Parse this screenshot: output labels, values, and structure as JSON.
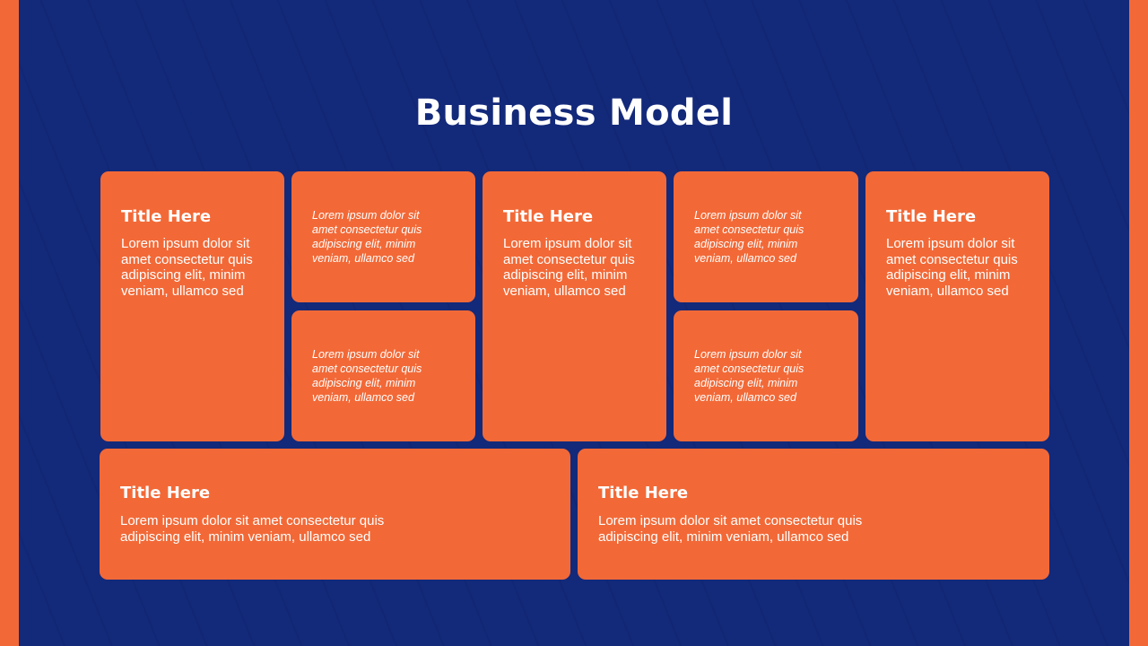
{
  "slide": {
    "title": "Business Model"
  },
  "tall_cards": [
    {
      "title": "Title Here",
      "text": "Lorem ipsum dolor sit amet consectetur quis adipiscing elit, minim veniam, ullamco sed"
    },
    {
      "title": "Title Here",
      "text": "Lorem ipsum dolor sit amet consectetur quis adipiscing elit, minim veniam, ullamco sed"
    },
    {
      "title": "Title Here",
      "text": "Lorem ipsum dolor sit amet consectetur quis adipiscing elit, minim veniam, ullamco sed"
    }
  ],
  "small_cards": [
    {
      "text": "Lorem ipsum dolor sit amet consectetur quis adipiscing elit, minim veniam, ullamco sed"
    },
    {
      "text": "Lorem ipsum dolor sit amet consectetur quis adipiscing elit, minim veniam, ullamco sed"
    },
    {
      "text": "Lorem ipsum dolor sit amet consectetur quis adipiscing elit, minim veniam, ullamco sed"
    },
    {
      "text": "Lorem ipsum dolor sit amet consectetur quis adipiscing elit, minim veniam, ullamco sed"
    }
  ],
  "wide_cards": [
    {
      "title": "Title Here",
      "text": "Lorem ipsum dolor sit amet consectetur quis adipiscing elit, minim veniam, ullamco sed"
    },
    {
      "title": "Title Here",
      "text": "Lorem ipsum dolor sit amet consectetur quis adipiscing elit, minim veniam, ullamco sed"
    }
  ],
  "colors": {
    "background": "#13297a",
    "card": "#f26937",
    "text": "#ffffff"
  }
}
